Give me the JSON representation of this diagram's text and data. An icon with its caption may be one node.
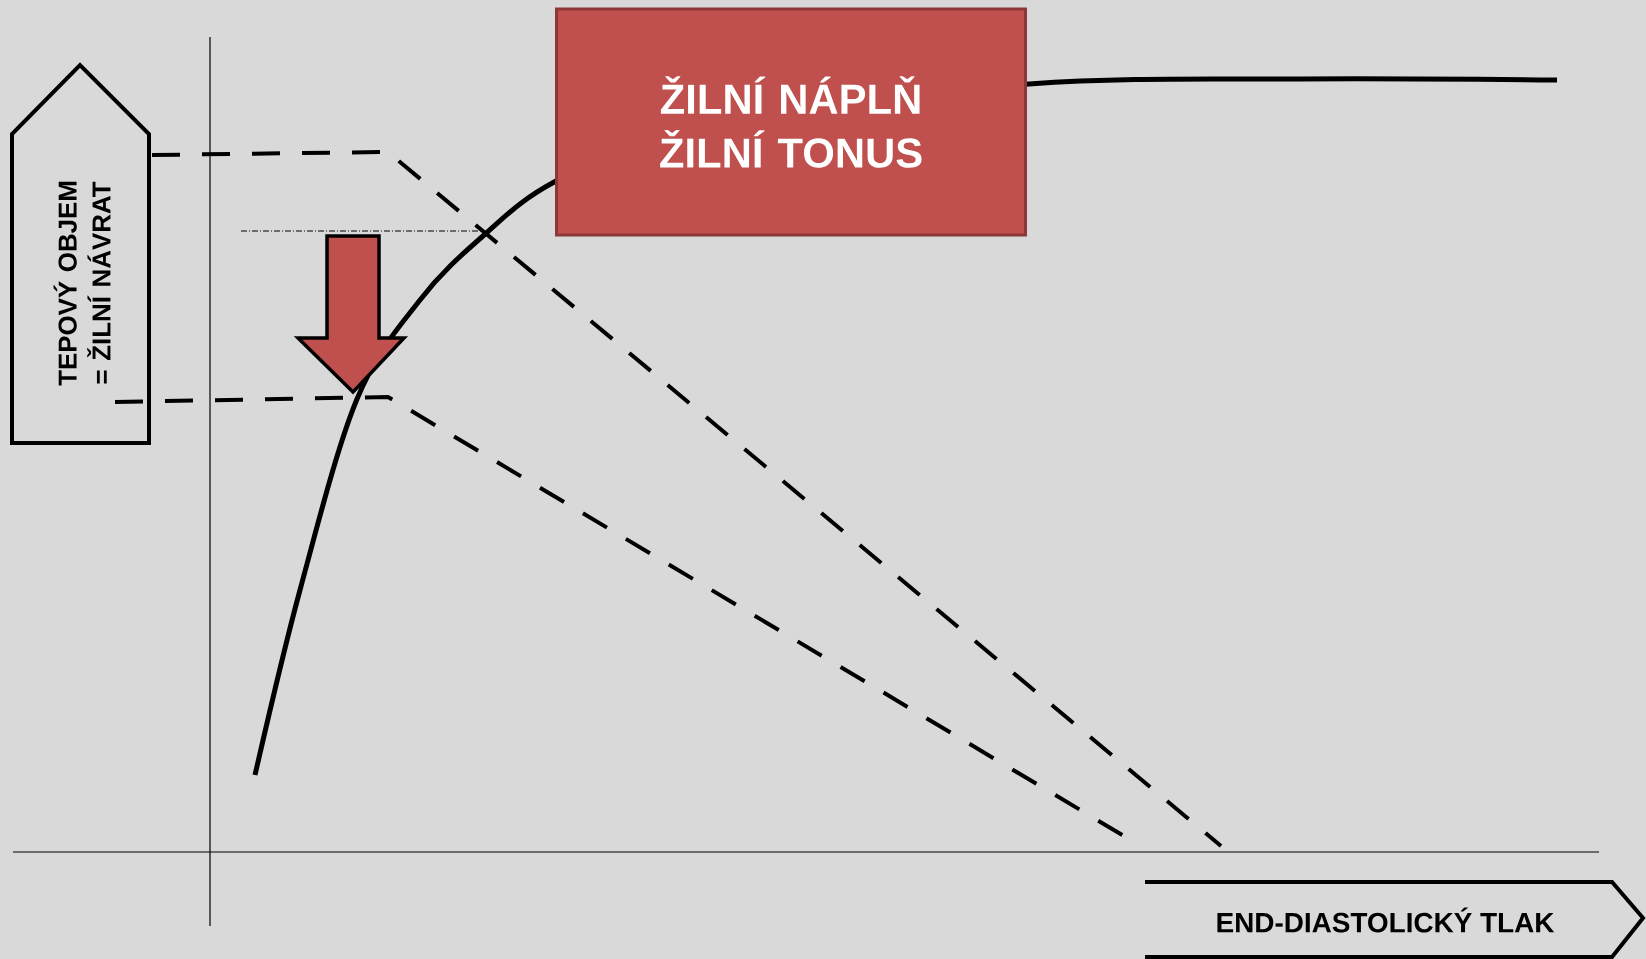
{
  "diagram": {
    "nodes": [
      {
        "text": [
          "TEPOVÝ OBJEM = ŽILNÍ NÁVRAT"
        ]
      },
      {
        "text": [
          "ŽILNÍ NÁPLŇ ŽILNÍ TONUS"
        ]
      },
      {
        "text": [
          "END-DIASTOLICKÝ TLAK"
        ]
      }
    ]
  }
}
